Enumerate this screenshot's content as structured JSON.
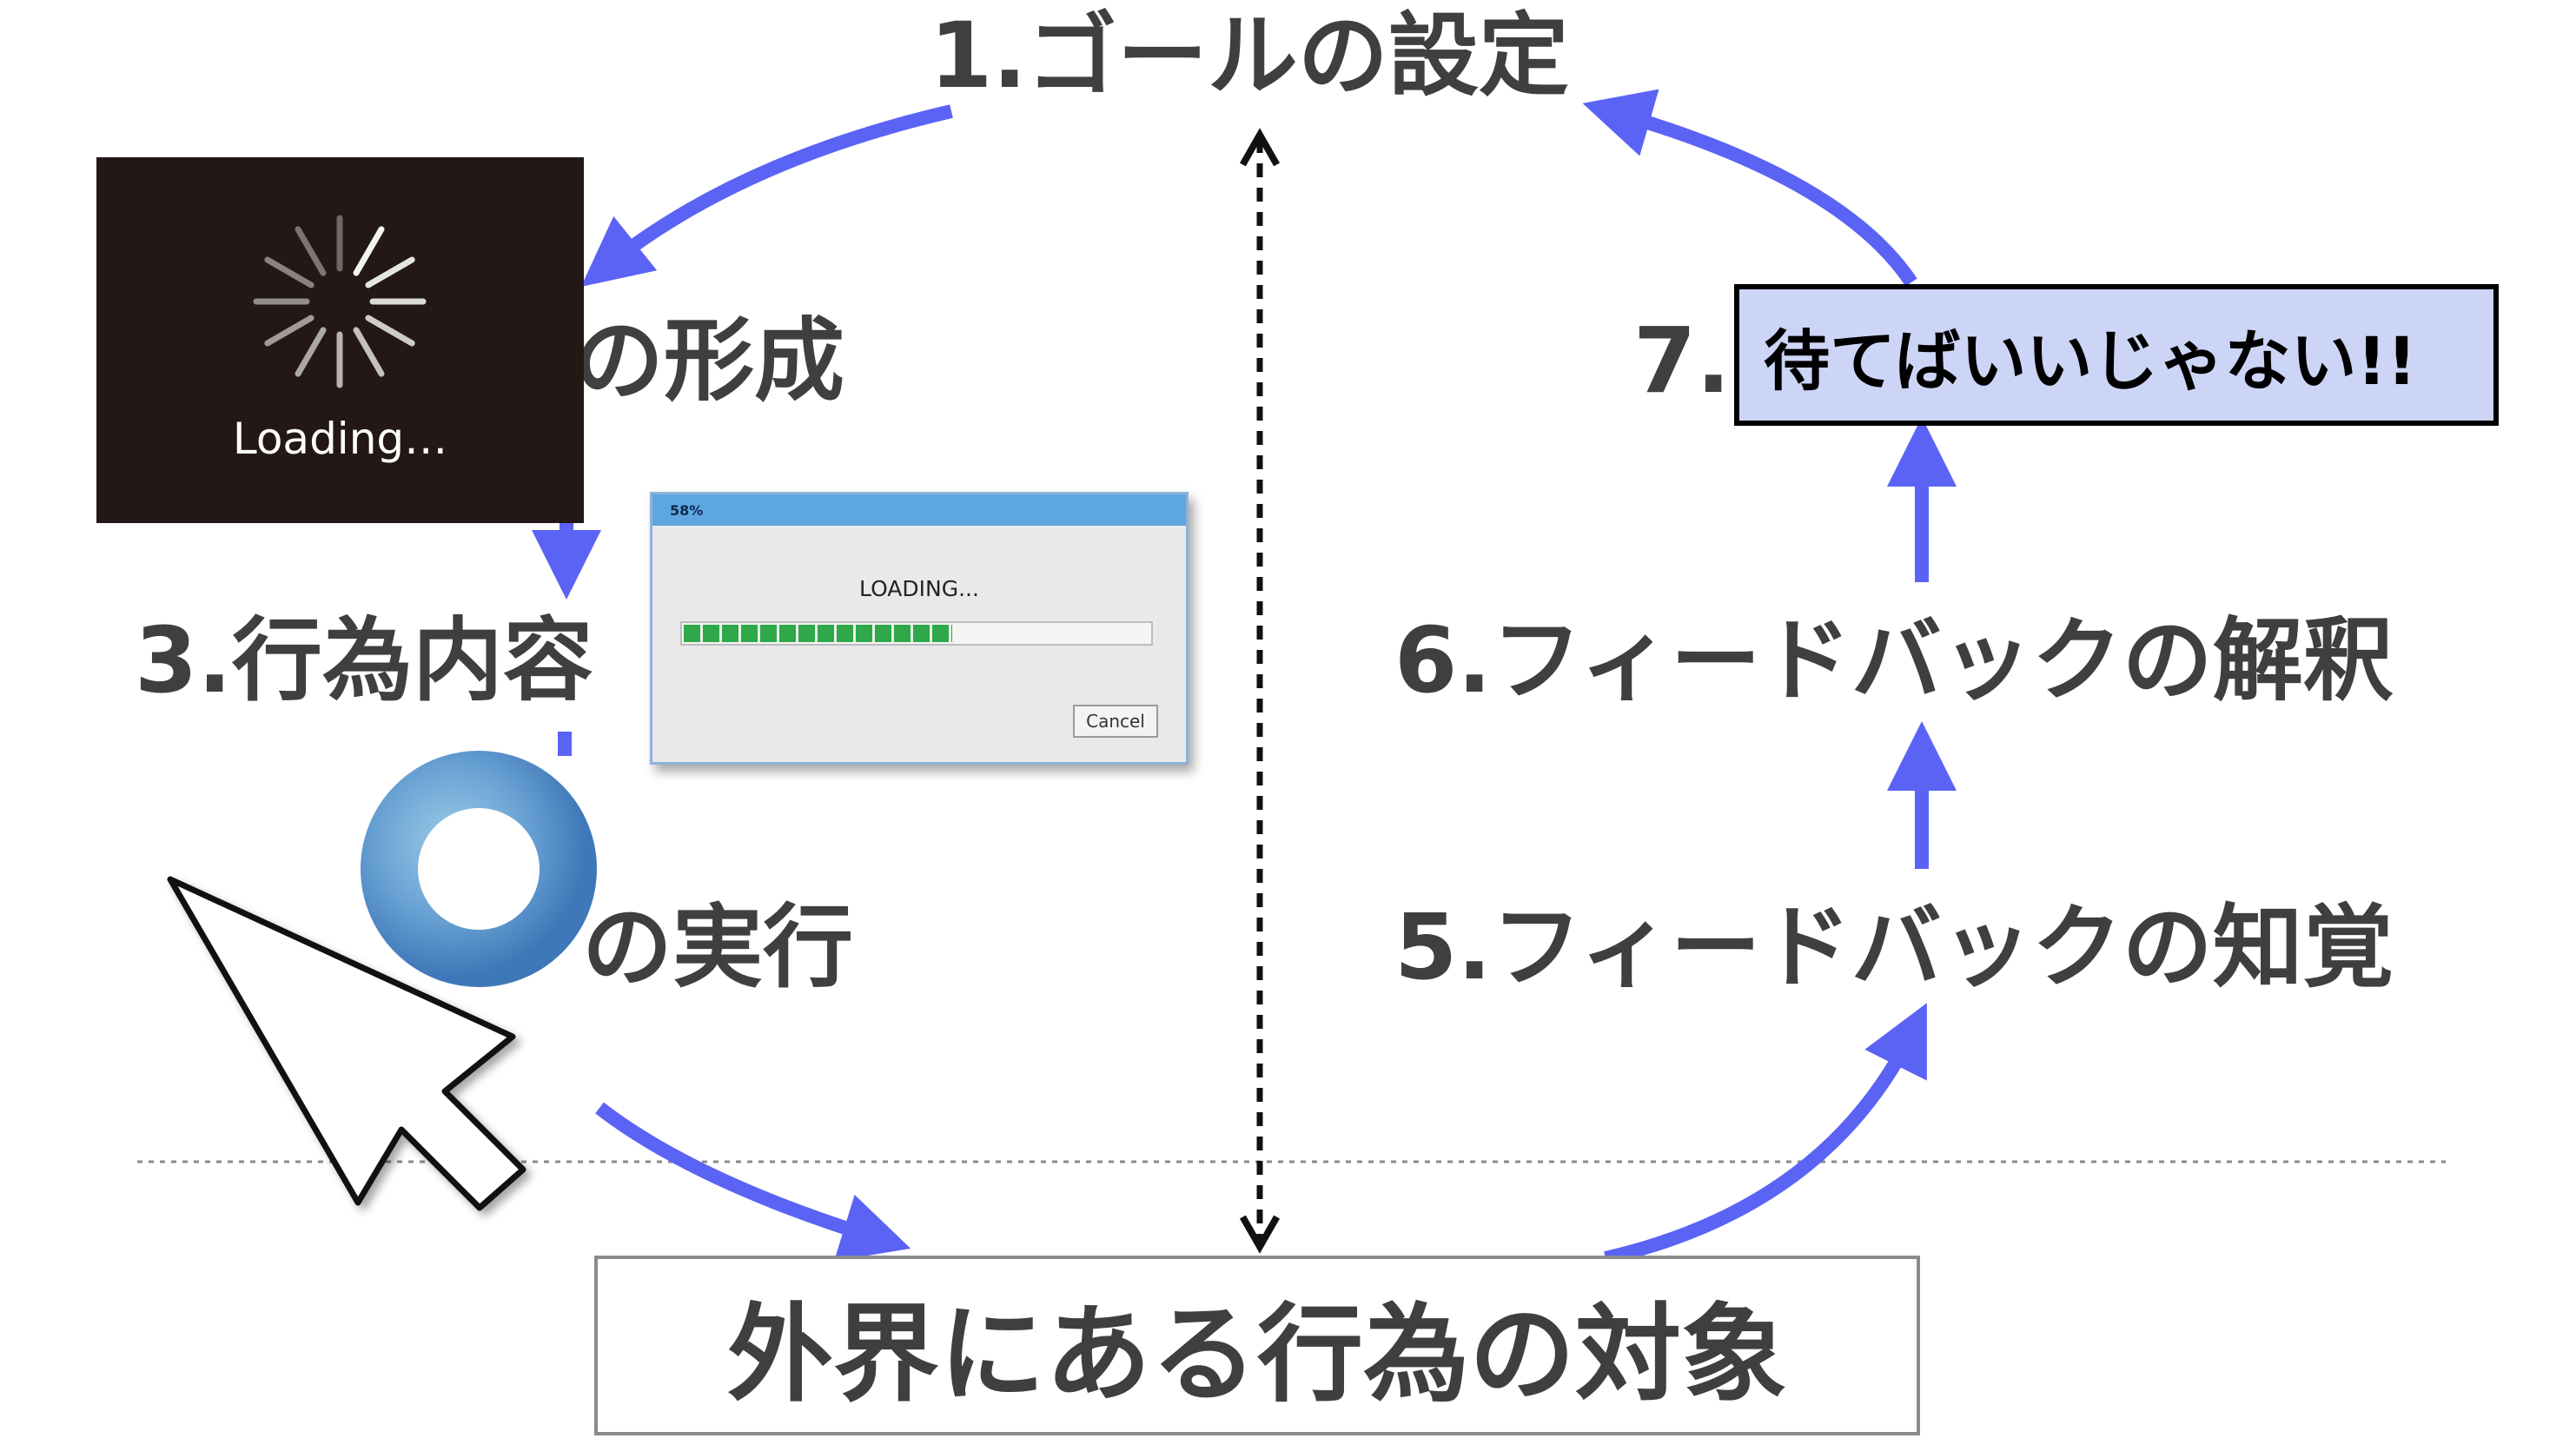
{
  "stages": {
    "goal": "1.ゴールの設定",
    "stage2_visible": "の形成",
    "stage3": "3.行為内容",
    "stage4_visible": "の実行",
    "stage5": "5.フィードバックの知覚",
    "stage6": "6.フィードバックの解釈",
    "stage7_visible": "7."
  },
  "world_object": "外界にある行為の対象",
  "overlays": {
    "spinner_text": "Loading…",
    "dialog": {
      "title": "58%",
      "message": "LOADING...",
      "cancel_label": "Cancel",
      "progress_percent": 58
    },
    "callout": "待てばいいじゃない!!"
  },
  "colors": {
    "arrow_blue": "#5b63f5",
    "label_gray": "#3f3f3f",
    "callout_fill": "#ccd5f5",
    "spinner_bg": "#231815",
    "progress_green": "#2fa84a"
  }
}
